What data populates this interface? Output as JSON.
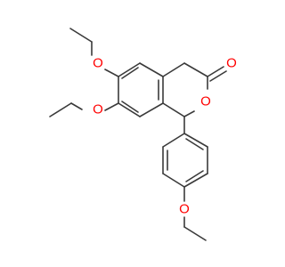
{
  "molecule": {
    "colors": {
      "bond": "#3a3a3a",
      "oxygen": "#ff0000",
      "background": "#ffffff"
    },
    "atoms": [
      {
        "id": "O_ether_6",
        "symbol": "O"
      },
      {
        "id": "O_ether_7",
        "symbol": "O"
      },
      {
        "id": "O_ring",
        "symbol": "O"
      },
      {
        "id": "O_carbonyl",
        "symbol": "O"
      },
      {
        "id": "O_ether_para",
        "symbol": "O"
      }
    ]
  }
}
